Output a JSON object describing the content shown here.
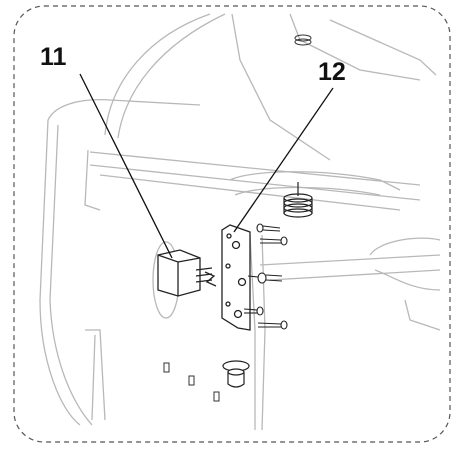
{
  "figure": {
    "callouts": [
      {
        "id": "11",
        "label": "11",
        "target": "relay-module"
      },
      {
        "id": "12",
        "label": "12",
        "target": "mounting-plate"
      }
    ],
    "colors": {
      "line": "#222222",
      "light_line": "#bdbdbd",
      "border": "#555555"
    }
  }
}
